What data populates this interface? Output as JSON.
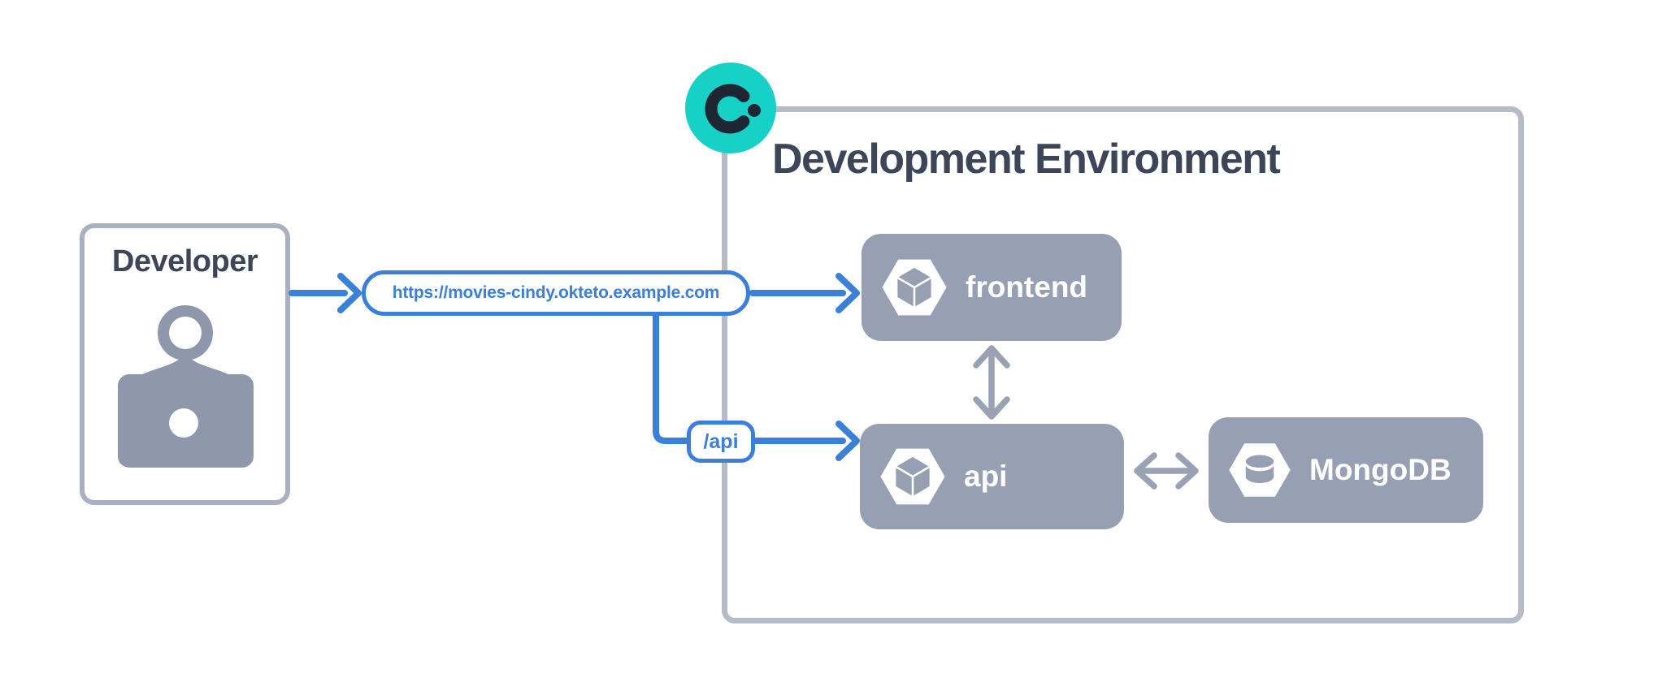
{
  "developer": {
    "label": "Developer",
    "icon": "person-laptop-icon"
  },
  "url_pill": {
    "label": "https://movies-cindy.okteto.example.com"
  },
  "api_pill": {
    "label": "/api"
  },
  "env": {
    "title": "Development Environment",
    "logo": "okteto-logo-icon",
    "nodes": [
      {
        "id": "frontend",
        "label": "frontend",
        "icon": "cube-hexagon-icon"
      },
      {
        "id": "api",
        "label": "api",
        "icon": "cube-hexagon-icon"
      },
      {
        "id": "mongodb",
        "label": "MongoDB",
        "icon": "database-hexagon-icon"
      }
    ]
  },
  "connections": [
    {
      "from": "developer",
      "to": "url-pill",
      "style": "blue-arrow"
    },
    {
      "from": "url-pill",
      "to": "frontend",
      "style": "blue-arrow"
    },
    {
      "from": "url-pill",
      "to": "api-pill",
      "style": "blue-elbow"
    },
    {
      "from": "api-pill",
      "to": "api",
      "style": "blue-arrow"
    },
    {
      "from": "frontend",
      "to": "api",
      "style": "gray-double-arrow"
    },
    {
      "from": "api",
      "to": "mongodb",
      "style": "gray-double-arrow"
    }
  ],
  "colors": {
    "accent_blue": "#3a7fd8",
    "node_gray": "#97a0b3",
    "icon_gray": "#8e97ab",
    "arrow_gray": "#99a1b3",
    "border_gray": "#b6bbc8",
    "developer_border_gray": "#aab0bf",
    "dark_navy_text": "#3d4558",
    "okteto_teal": "#17d1c6",
    "okteto_dark": "#1e2634"
  }
}
